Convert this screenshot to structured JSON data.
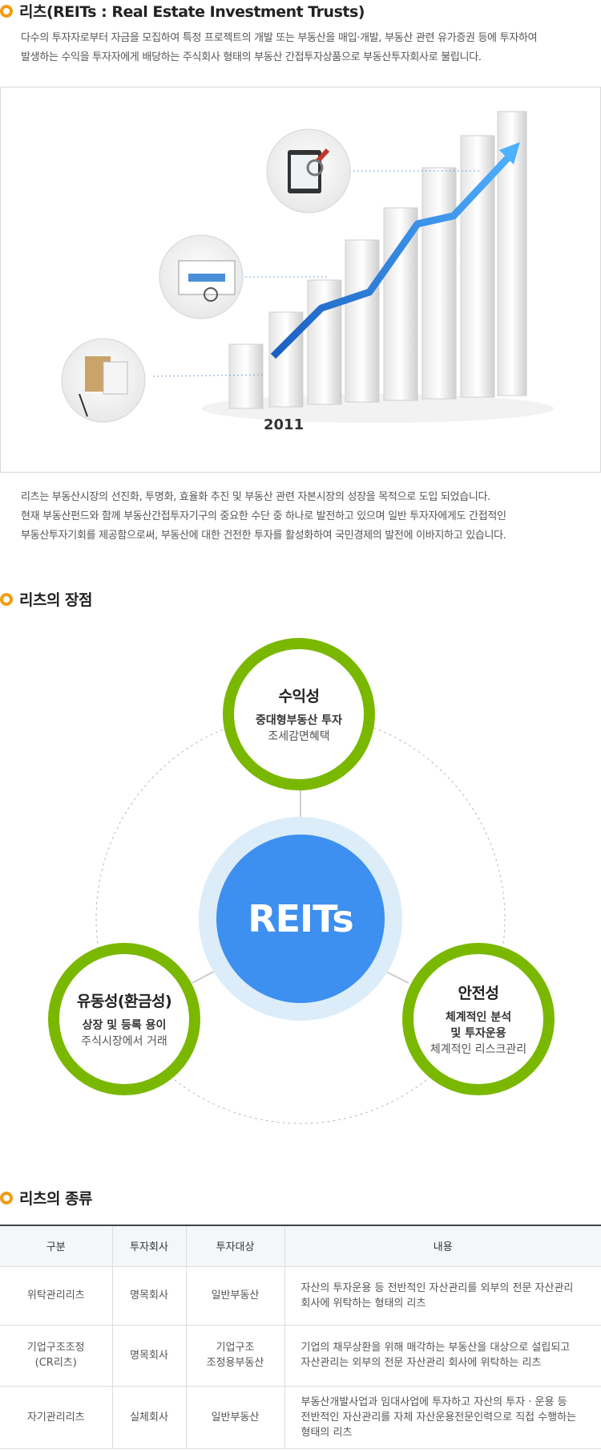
{
  "section_reits": {
    "title": "리츠(REITs : Real Estate Investment Trusts)",
    "intro_line1": "다수의 투자자로부터 자금을 모집하여  특정 프로젝트의 개발 또는 부동산을 매입·개발, 부동산 관련 유가증권 등에 투자하여",
    "intro_line2": "발생하는 수익을 투자자에게 배당하는 주식회사 형태의 부동산 간접투자상품으로 부동산투자회사로 불립니다.",
    "chart_year_label": "2011",
    "desc_line1": "리츠는 부동산시장의 선진화, 투명화, 효율화 추진 및 부동산 관련 자본시장의 성장을 목적으로 도입 되었습니다.",
    "desc_line2": "현재 부동산펀드와 함께 부동산간접투자기구의 중요한 수단 중 하나로 발전하고 있으며 일반 투자자에게도 간접적인",
    "desc_line3": "부동산투자기회를 제공함으로써, 부동산에 대한 건전한 투자를 활성화하여 국민경제의 발전에 이바지하고 있습니다."
  },
  "section_advantages": {
    "title": "리츠의 장점",
    "center_label": "REITs",
    "profit": {
      "title": "수익성",
      "line1": "중대형부동산 투자",
      "line2": "조세감면혜택"
    },
    "liquidity": {
      "title": "유동성(환금성)",
      "line1": "상장 및 등록 용이",
      "line2": "주식시장에서 거래"
    },
    "safety": {
      "title": "안전성",
      "line1": "체계적인 분석",
      "line2": "및 투자운용",
      "line3": "체계적인 리스크관리"
    }
  },
  "section_types": {
    "title": "리츠의 종류",
    "headers": [
      "구분",
      "투자회사",
      "투자대상",
      "내용"
    ],
    "rows": [
      {
        "type": "위탁관리리츠",
        "type2": "",
        "company": "명목회사",
        "target": "일반부동산",
        "target2": "",
        "content": [
          "자산의 투자운용 등 전반적인 자산관리를 외부의 전문 자산관리",
          "회사에 위탁하는 형태의 리츠"
        ]
      },
      {
        "type": "기업구조조정",
        "type2": "(CR리츠)",
        "company": "명목회사",
        "target": "기업구조",
        "target2": "조정용부동산",
        "content": [
          "기업의 채무상환을 위해 매각하는 부동산을 대상으로 설립되고",
          "자산관리는 외부의 전문 자산관리 회사에 위탁하는 리츠"
        ]
      },
      {
        "type": "자기관리리츠",
        "type2": "",
        "company": "실체회사",
        "target": "일반부동산",
        "target2": "",
        "content": [
          "부동산개발사업과  임대사업에  투자하고 자산의 투자 · 운용 등",
          "전반적인 자산관리를 자체 자산운용전문인력으로 직접 수행하는",
          "형태의 리츠"
        ]
      }
    ]
  },
  "colors": {
    "accent_orange": "#f39c12",
    "ring_green": "#7ab800",
    "center_blue": "#3d8ff0",
    "center_halo": "#dcedf9"
  }
}
